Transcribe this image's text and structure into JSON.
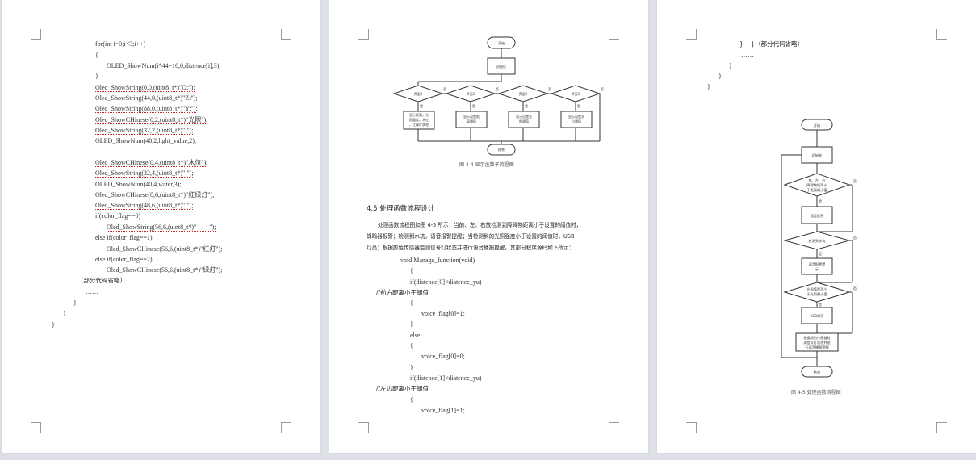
{
  "viewer": {
    "background_color": "#dde1e6",
    "page_color": "#ffffff",
    "spellcheck_underline_color": "#d02020"
  },
  "page1": {
    "code_lines": [
      "for(int i=0;i<3;i++)",
      "{",
      "OLED_ShowNum(i*44+16,0,distence[i],3);",
      "}",
      "Oled_ShowString(0,0,(uint8_t*)\"Q:\");",
      "Oled_ShowString(44,0,(uint8_t*)\"Z:\");",
      "Oled_ShowString(88,0,(uint8_t*)\"Y:\");",
      "Oled_ShowCHinese(0,2,(uint8_t*)\"光照\");",
      "Oled_ShowString(32,2,(uint8_t*)\":\");",
      "OLED_ShowNum(40,2,light_value,2);",
      "Oled_ShowCHinese(0,4,(uint8_t*)\"水位\");",
      "Oled_ShowString(32,4,(uint8_t*)\":\");",
      "OLED_ShowNum(40,4,water,3);",
      "Oled_ShowCHinese(0,6,(uint8_t*)\"红绿灯\");",
      "Oled_ShowString(48,6,(uint8_t*)\":\");",
      "if(color_flag==0)",
      "Oled_ShowString(56,6,(uint8_t*)\"        \");",
      "else if(color_flag==1)",
      "Oled_ShowCHinese(56,6,(uint8_t*)\"红灯\");",
      "else if(color_flag==2)",
      "Oled_ShowCHinese(56,6,(uint8_t*)\"绿灯\");",
      "（部分代码省略）",
      "……",
      "}",
      "}",
      "}"
    ]
  },
  "page2": {
    "flowchart": {
      "start": "开始",
      "init": "初始化",
      "decisions": [
        "界面0",
        "界面1",
        "界面2",
        "界面3"
      ],
      "yes_label": "是",
      "no_label": "否",
      "actions": [
        "显示距离，光照强度，水位，红绿灯状态",
        "显示设置距离阈值",
        "显示设置光照阈值",
        "显示设置水位阈值"
      ],
      "end": "结束",
      "caption": "图 4-4   显示函数子流程图"
    },
    "section_heading": "4.5 处理函数流程设计",
    "paragraph_lines": [
      "处理函数流程图如图 4-5 所示：当前、左、右放检测到障碍物距离小于设置的阈值时，",
      "蜂鸣器报警；检测到水坑，语音报警提醒；当检测到的光照强度小于设置的阈值时，USB",
      "灯亮；根据颜色传感器监测信号灯状态并进行语音播报提醒。其部分程序源码如下所示："
    ],
    "code_lines": [
      "void Manage_function(void)",
      "{",
      "if(distence[0]<distence_yu)",
      "//前方距离小于阈值",
      "{",
      "voice_flag[0]=1;",
      "}",
      "else",
      "{",
      "voice_flag[0]=0;",
      "}",
      "if(distence[1]<distence_yu)",
      "//左边距离小于阈值",
      "{",
      "voice_flag[1]=1;"
    ]
  },
  "page3": {
    "code_lines": [
      "}    }（部分代码省略）",
      "……",
      "}",
      "}",
      "}"
    ],
    "flowchart": {
      "start": "开始",
      "init": "初始化",
      "decision1": "前、左、右障碍物距离小于距离阈小值",
      "action1": "语音提示",
      "decision2": "检测到水坑",
      "action2": "语音报警提示",
      "decision3": "光照值是否小于光照最小值",
      "action3": "USB灯亮",
      "action4": "根据颜色传感器检测信号灯状态并进行语音播报提醒",
      "yes_label": "是",
      "no_label": "否",
      "end": "结束",
      "caption": "图 4-5   处理函数流程图"
    }
  }
}
